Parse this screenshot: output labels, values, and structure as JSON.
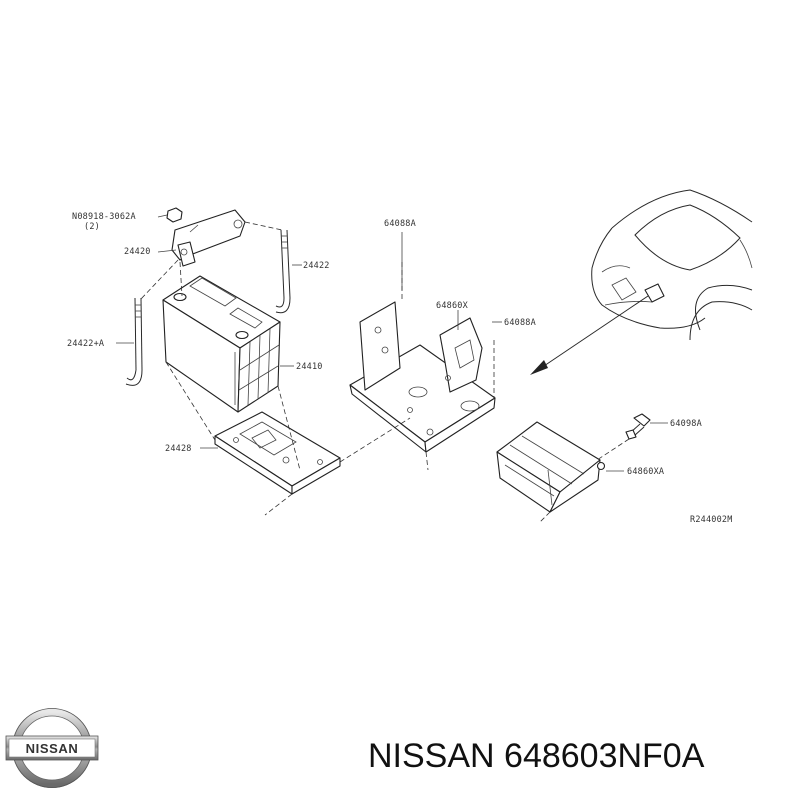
{
  "brand": {
    "logo_text": "NISSAN"
  },
  "title": "NISSAN 648603NF0A",
  "diagram": {
    "labels": {
      "nut": "N08918-3062A",
      "nut_qty": "(2)",
      "l24420": "24420",
      "l24422": "24422",
      "l24422a": "24422+A",
      "l24410": "24410",
      "l24428": "24428",
      "l64088a_top": "64088A",
      "l64860x": "64860X",
      "l64088a_mid": "64088A",
      "l64098a": "64098A",
      "l64860xa": "64860XA",
      "ref": "R244002M"
    }
  }
}
